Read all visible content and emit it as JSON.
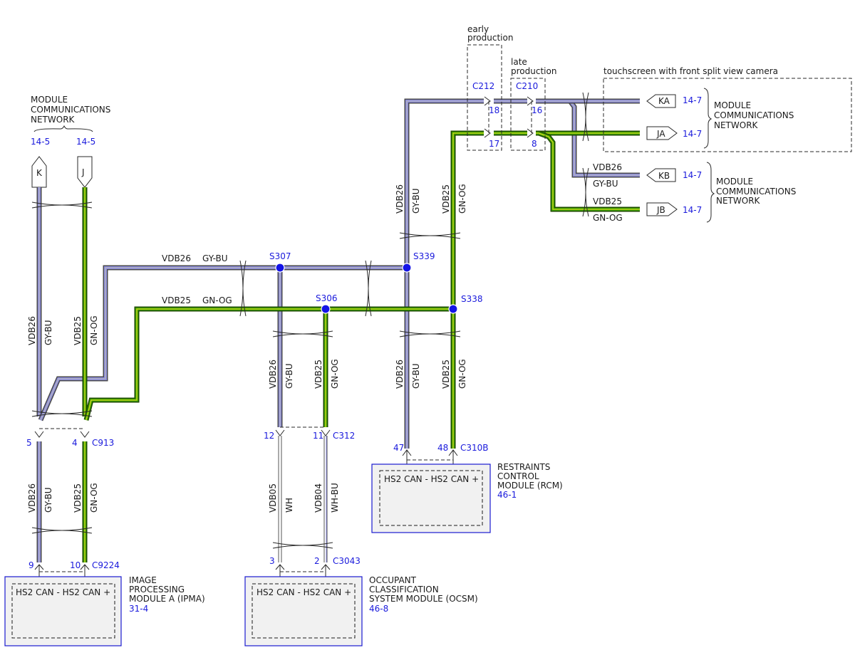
{
  "left_network": {
    "title_line1": "MODULE",
    "title_line2": "COMMUNICATIONS",
    "title_line3": "NETWORK",
    "ref_k": "14-5",
    "ref_j": "14-5",
    "conn_k": "K",
    "conn_j": "J"
  },
  "circuits": {
    "vdb26": "VDB26",
    "gybu": "GY-BU",
    "vdb25": "VDB25",
    "gnog": "GN-OG",
    "vdb05": "VDB05",
    "wh": "WH",
    "vdb04": "VDB04",
    "whbu": "WH-BU"
  },
  "splices": {
    "s307": "S307",
    "s306": "S306",
    "s339": "S339",
    "s338": "S338"
  },
  "connectors": {
    "c913": "C913",
    "c913_pin5": "5",
    "c913_pin4": "4",
    "c9224": "C9224",
    "c9224_pin9": "9",
    "c9224_pin10": "10",
    "c312": "C312",
    "c312_pin12": "12",
    "c312_pin11": "11",
    "c3043": "C3043",
    "c3043_pin3": "3",
    "c3043_pin2": "2",
    "c310b": "C310B",
    "c310b_pin47": "47",
    "c310b_pin48": "48",
    "c212": "C212",
    "c212_pin18": "18",
    "c212_pin17": "17",
    "c210": "C210",
    "c210_pin16": "16",
    "c210_pin8": "8"
  },
  "production": {
    "early_line1": "early",
    "early_line2": "production",
    "late_line1": "late",
    "late_line2": "production"
  },
  "right_network": {
    "touchscreen_label": "touchscreen with front split view camera",
    "ka": "KA",
    "ja": "JA",
    "kb": "KB",
    "jb": "JB",
    "ref_ka": "14-7",
    "ref_ja": "14-7",
    "ref_kb": "14-7",
    "ref_jb": "14-7",
    "net1_line1": "MODULE",
    "net1_line2": "COMMUNICATIONS",
    "net1_line3": "NETWORK",
    "net2_line1": "MODULE",
    "net2_line2": "COMMUNICATIONS",
    "net2_line3": "NETWORK"
  },
  "modules": {
    "ipma": {
      "pins": "HS2 CAN - HS2 CAN +",
      "name_line1": "IMAGE",
      "name_line2": "PROCESSING",
      "name_line3": "MODULE A (IPMA)",
      "ref": "31-4"
    },
    "ocsm": {
      "pins": "HS2 CAN - HS2 CAN +",
      "name_line1": "OCCUPANT",
      "name_line2": "CLASSIFICATION",
      "name_line3": "SYSTEM MODULE (OCSM)",
      "ref": "46-8"
    },
    "rcm": {
      "pins": "HS2 CAN - HS2 CAN +",
      "name_line1": "RESTRAINTS",
      "name_line2": "CONTROL",
      "name_line3": "MODULE (RCM)",
      "ref": "46-1"
    }
  },
  "colors": {
    "gray_blue_wire": "#8a8ae0",
    "green_orange_wire": "#3aa000",
    "splice": "#1414e6",
    "reference_text": "#1a1adc",
    "module_border": "#1a1ad0"
  }
}
